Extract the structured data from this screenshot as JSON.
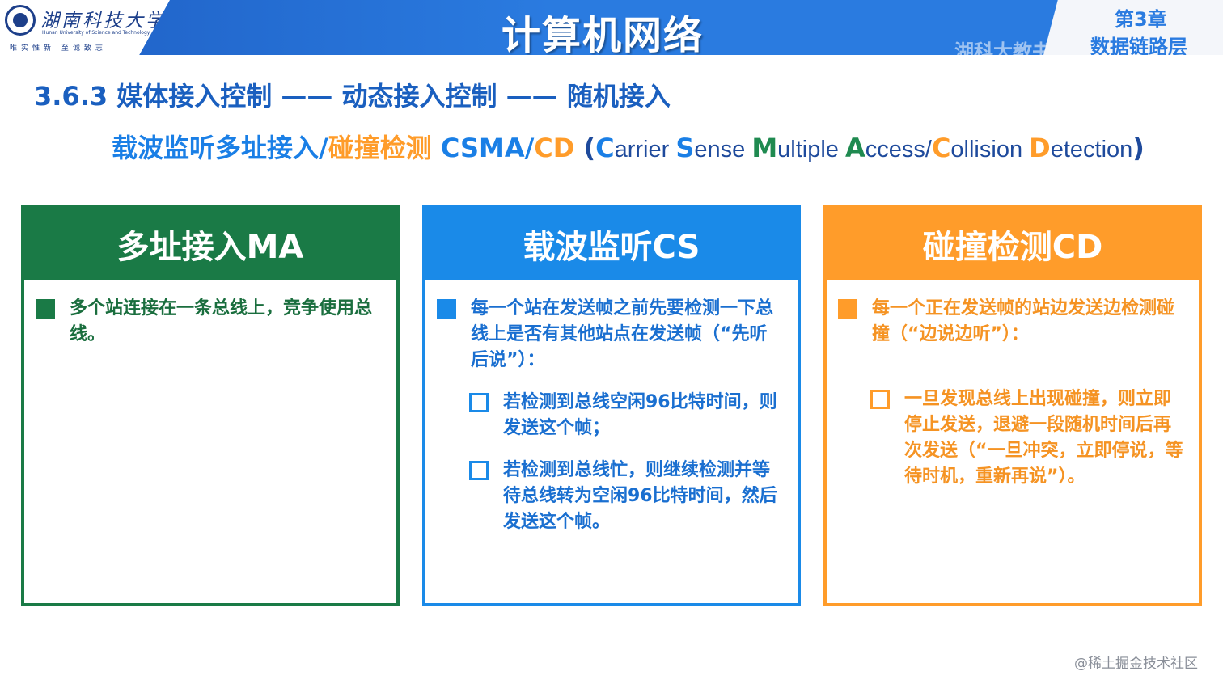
{
  "header": {
    "university_name": "湖南科技大学",
    "university_en": "Hunan University of Science and Technology",
    "university_motto": "唯实惟新 至诚致志",
    "course_title": "计算机网络",
    "chapter_number": "第3章",
    "chapter_name": "数据链路层",
    "watermark": "湖科大教书匠"
  },
  "section": {
    "heading": "3.6.3 媒体接入控制 —— 动态接入控制 —— 随机接入",
    "subtitle_cs_cn": "载波监听多址接入/",
    "subtitle_cd_cn": "碰撞检测",
    "subtitle_csma": " CSMA/",
    "subtitle_cd_abbr": "CD",
    "subtitle_open": " (",
    "subtitle_c": "C",
    "subtitle_arrier": "arrier ",
    "subtitle_s": "S",
    "subtitle_ense": "ense ",
    "subtitle_m": "M",
    "subtitle_ultiple": "ultiple ",
    "subtitle_a": "A",
    "subtitle_ccess": "ccess/",
    "subtitle_c2": "C",
    "subtitle_ollision": "ollision ",
    "subtitle_d": "D",
    "subtitle_etection": "etection",
    "subtitle_close": ")"
  },
  "panels": {
    "ma": {
      "title": "多址接入MA",
      "item": "多个站连接在一条总线上，竞争使用总线。"
    },
    "cs": {
      "title": "载波监听CS",
      "item": "每一个站在发送帧之前先要检测一下总线上是否有其他站点在发送帧（“先听后说”）：",
      "sub1": "若检测到总线空闲96比特时间，则发送这个帧；",
      "sub2": "若检测到总线忙，则继续检测并等待总线转为空闲96比特时间，然后发送这个帧。"
    },
    "cd": {
      "title": "碰撞检测CD",
      "item": "每一个正在发送帧的站边发送边检测碰撞（“边说边听”）：",
      "sub1": "一旦发现总线上出现碰撞，则立即停止发送，退避一段随机时间后再次发送（“一旦冲突，立即停说，等待时机，重新再说”）。"
    }
  },
  "footer": {
    "watermark": "@稀土掘金技术社区"
  },
  "colors": {
    "header_blue": "#2a7be0",
    "green": "#1a7a46",
    "blue": "#1a8ae8",
    "orange": "#ff9c2a"
  }
}
